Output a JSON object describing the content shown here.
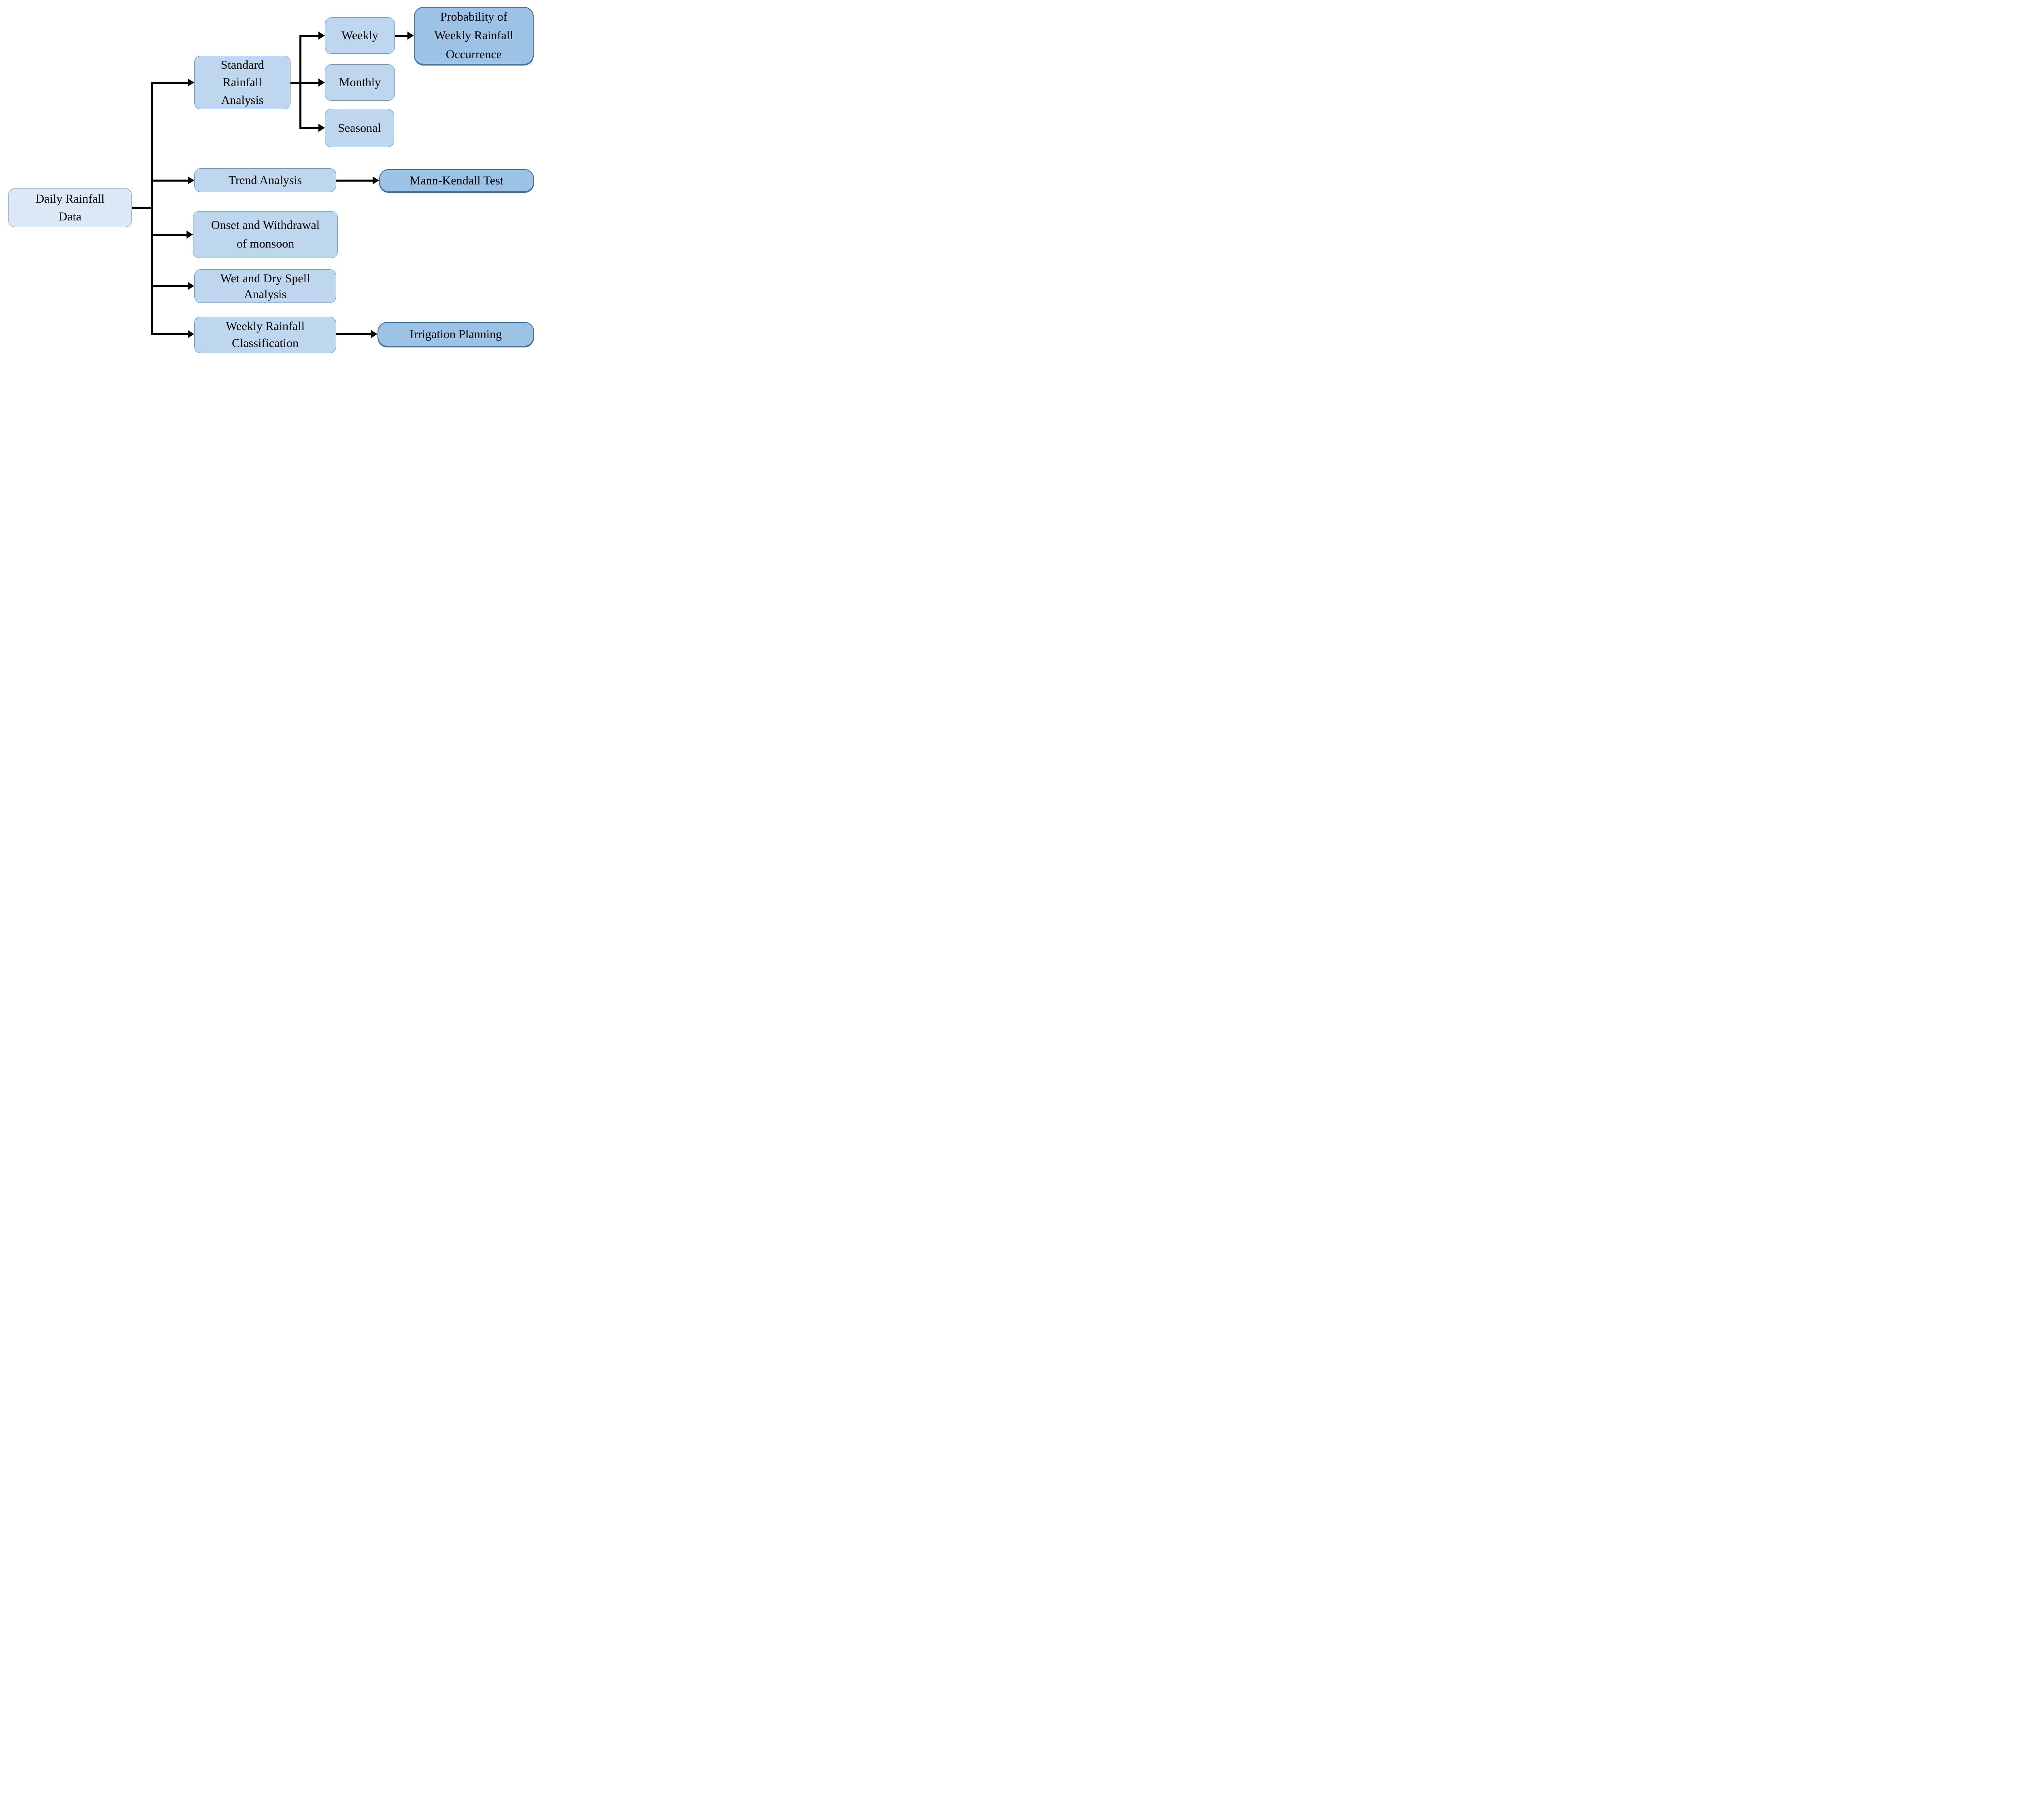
{
  "colors": {
    "bg": "#ffffff",
    "text": "#000000",
    "line": "#000000",
    "root_fill": "#dce8f5",
    "root_border": "#5b9bd5",
    "mid_fill": "#bed7ef",
    "mid_border": "#5e97cf",
    "out_fill": "#9cc3e6",
    "out_border": "#41719c"
  },
  "nodes": {
    "daily": {
      "label": "Daily Rainfall\nData"
    },
    "standard": {
      "label": "Standard\nRainfall\nAnalysis"
    },
    "weekly": {
      "label": "Weekly"
    },
    "probability": {
      "label": "Probability of\nWeekly Rainfall\nOccurrence"
    },
    "monthly": {
      "label": "Monthly"
    },
    "seasonal": {
      "label": "Seasonal"
    },
    "trend": {
      "label": "Trend Analysis"
    },
    "mann_kendall": {
      "label": "Mann-Kendall Test"
    },
    "onset": {
      "label": "Onset and Withdrawal\nof monsoon"
    },
    "wet_dry": {
      "label": "Wet and Dry Spell\nAnalysis"
    },
    "classification": {
      "label": "Weekly Rainfall\nClassification"
    },
    "irrigation": {
      "label": "Irrigation Planning"
    }
  }
}
